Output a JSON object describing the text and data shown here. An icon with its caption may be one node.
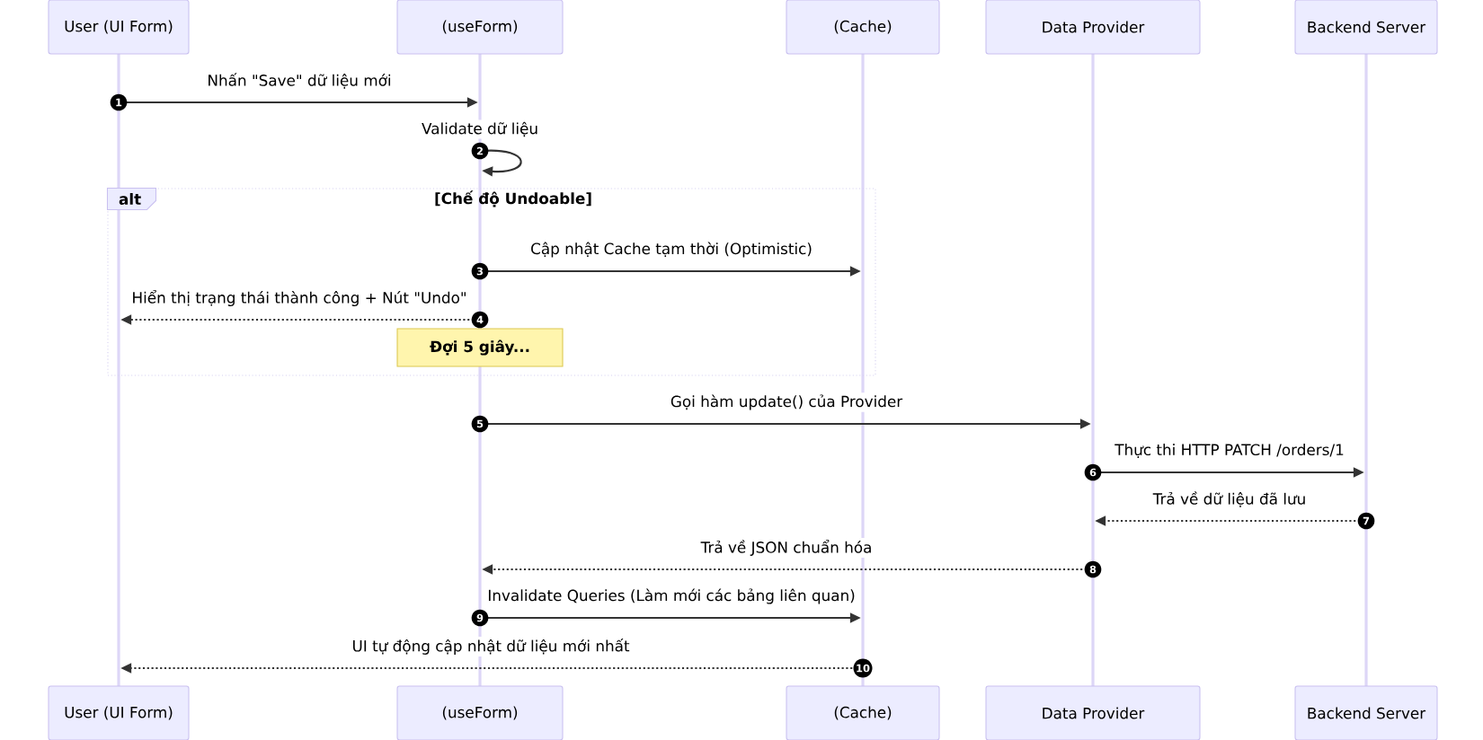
{
  "diagram": {
    "nodes": [
      {
        "text": [
          "User (UI Form)"
        ]
      },
      {
        "text": [
          "(useForm)"
        ]
      },
      {
        "text": [
          "(Cache)"
        ]
      },
      {
        "text": [
          "Data Provider"
        ]
      },
      {
        "text": [
          "Backend Server"
        ]
      },
      {
        "text": [
          "alt",
          "[Chế độ Undoable]"
        ]
      },
      {
        "text": [
          "Đợi 5 giây..."
        ],
        "in": 5
      },
      {
        "text": [
          "User (UI Form)"
        ]
      },
      {
        "text": [
          "(useForm)"
        ]
      },
      {
        "text": [
          "(Cache)"
        ]
      },
      {
        "text": [
          "Data Provider"
        ]
      },
      {
        "text": [
          "Backend Server"
        ]
      },
      {
        "text": [],
        "shape": "bar"
      },
      {
        "text": [],
        "shape": "bar"
      },
      {
        "text": [],
        "shape": "bar"
      },
      {
        "text": [],
        "shape": "bar"
      },
      {
        "text": [],
        "shape": "bar"
      },
      {
        "text": [],
        "shape": "bar"
      }
    ],
    "edges": [
      {
        "from": 12,
        "to": 13,
        "label": "Nhấn \"Save\" dữ liệu mới",
        "arrow": "to"
      },
      {
        "from": 13,
        "to": 13,
        "label": "Validate dữ liệu",
        "arrow": "to"
      },
      {
        "from": 13,
        "to": 15,
        "label": "Cập nhật Cache tạm thời (Optimistic)",
        "arrow": "to"
      },
      {
        "from": 13,
        "to": 12,
        "label": "Hiển thị trạng thái thành công + Nút \"Undo\"",
        "arrow": "to",
        "style": "dashed"
      },
      {
        "from": 14,
        "to": 16,
        "label": "Gọi hàm update() của Provider",
        "arrow": "to"
      },
      {
        "from": 16,
        "to": 17,
        "label": "Thực thi HTTP PATCH /orders/1",
        "arrow": "to"
      },
      {
        "from": 17,
        "to": 16,
        "label": "Trả về dữ liệu đã lưu",
        "arrow": "to",
        "style": "dashed"
      },
      {
        "from": 16,
        "to": 14,
        "label": "Trả về JSON chuẩn hóa",
        "arrow": "to",
        "style": "dashed"
      },
      {
        "from": 14,
        "to": 15,
        "label": "Invalidate Queries (Làm mới các bảng liên quan)",
        "arrow": "to"
      },
      {
        "from": 15,
        "to": 12,
        "label": "UI tự động cập nhật dữ liệu mới nhất",
        "arrow": "to",
        "style": "dashed"
      }
    ],
    "labels": [
      "1",
      "2",
      "3",
      "4",
      "5",
      "6",
      "7",
      "8",
      "9",
      "10"
    ]
  }
}
